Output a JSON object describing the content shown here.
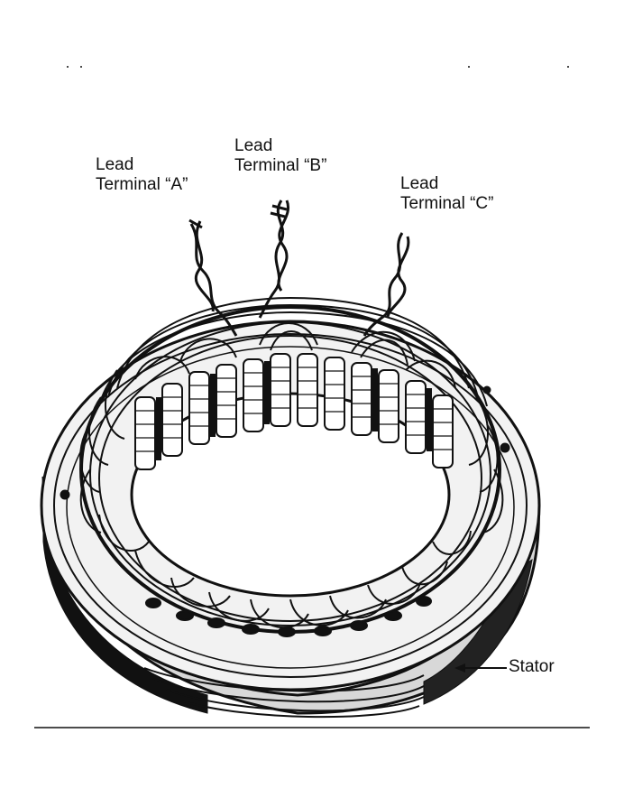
{
  "labels": {
    "a": {
      "line1": "Lead",
      "line2": "Terminal “A”"
    },
    "b": {
      "line1": "Lead",
      "line2": "Terminal “B”"
    },
    "c": {
      "line1": "Lead",
      "line2": "Terminal “C”"
    },
    "stator": "Stator"
  },
  "colors": {
    "ink": "#111111",
    "background": "#ffffff"
  }
}
